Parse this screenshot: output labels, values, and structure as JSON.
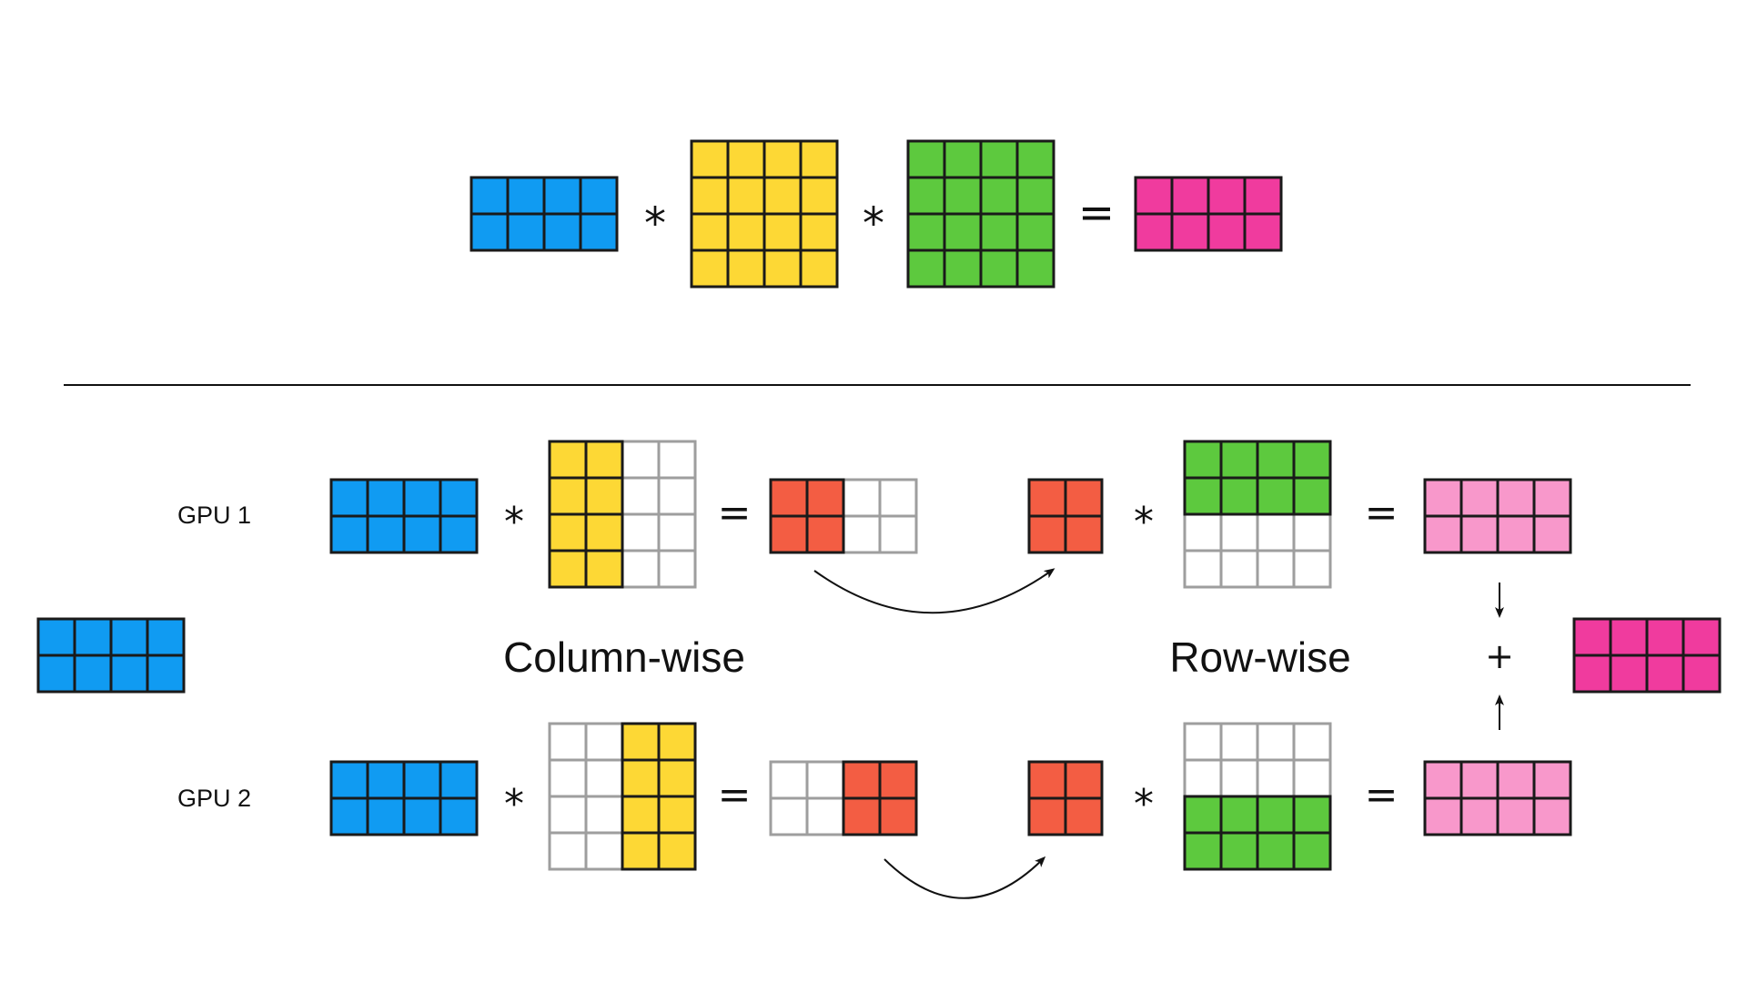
{
  "labels": {
    "gpu1": "GPU 1",
    "gpu2": "GPU 2",
    "column_wise": "Column-wise",
    "row_wise": "Row-wise"
  },
  "operators": {
    "multiply": "*",
    "equals": "=",
    "plus": "+"
  },
  "colors": {
    "input_blue": "#109BF2",
    "weight_yellow": "#FDD835",
    "weight_green": "#5DC93E",
    "output_magenta": "#F03B9E",
    "partial_red": "#F35D43",
    "partial_pink": "#F898CB",
    "empty_fill": "#FFFFFF",
    "filled_border": "#1A1A1A",
    "empty_border": "#9E9E9E"
  },
  "matrices": {
    "top_input": {
      "rows": 2,
      "cols": 4,
      "fill": "input_blue"
    },
    "top_weight_a": {
      "rows": 4,
      "cols": 4,
      "fill": "weight_yellow"
    },
    "top_weight_b": {
      "rows": 4,
      "cols": 4,
      "fill": "weight_green"
    },
    "top_output": {
      "rows": 2,
      "cols": 4,
      "fill": "output_magenta"
    },
    "shared_input": {
      "rows": 2,
      "cols": 4,
      "fill": "input_blue"
    },
    "final_output": {
      "rows": 2,
      "cols": 4,
      "fill": "output_magenta"
    },
    "gpu1_input": {
      "rows": 2,
      "cols": 4,
      "fill": "input_blue"
    },
    "gpu1_weight_a_shard": {
      "rows": 4,
      "cols": 4,
      "fill": "weight_yellow",
      "filled_cols": [
        0,
        1
      ]
    },
    "gpu1_intermediate": {
      "rows": 2,
      "cols": 4,
      "fill": "partial_red",
      "filled_cols": [
        0,
        1
      ]
    },
    "gpu1_intermediate_local": {
      "rows": 2,
      "cols": 2,
      "fill": "partial_red"
    },
    "gpu1_weight_b_shard": {
      "rows": 4,
      "cols": 4,
      "fill": "weight_green",
      "filled_rows": [
        0,
        1
      ]
    },
    "gpu1_partial_output": {
      "rows": 2,
      "cols": 4,
      "fill": "partial_pink"
    },
    "gpu2_input": {
      "rows": 2,
      "cols": 4,
      "fill": "input_blue"
    },
    "gpu2_weight_a_shard": {
      "rows": 4,
      "cols": 4,
      "fill": "weight_yellow",
      "filled_cols": [
        2,
        3
      ]
    },
    "gpu2_intermediate": {
      "rows": 2,
      "cols": 4,
      "fill": "partial_red",
      "filled_cols": [
        2,
        3
      ]
    },
    "gpu2_intermediate_local": {
      "rows": 2,
      "cols": 2,
      "fill": "partial_red"
    },
    "gpu2_weight_b_shard": {
      "rows": 4,
      "cols": 4,
      "fill": "weight_green",
      "filled_rows": [
        2,
        3
      ]
    },
    "gpu2_partial_output": {
      "rows": 2,
      "cols": 4,
      "fill": "partial_pink"
    }
  }
}
